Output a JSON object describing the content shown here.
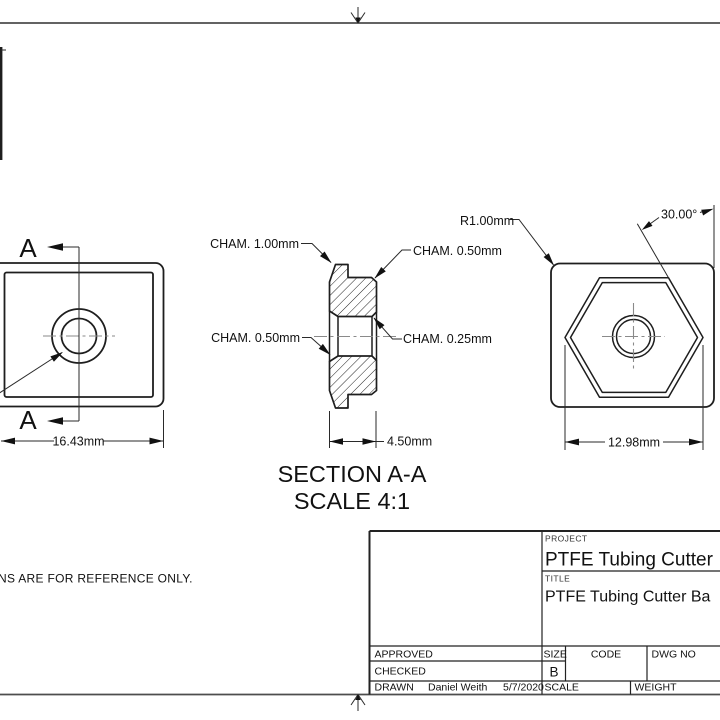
{
  "colors": {
    "background": "#ffffff",
    "line": "#1e1e1e",
    "centerline": "#8a8a8a"
  },
  "sheet": {
    "note": "NS ARE FOR REFERENCE ONLY."
  },
  "front_view": {
    "section_label_top": "A",
    "section_label_bottom": "A",
    "width_dim": "16.43mm"
  },
  "section_view": {
    "cham_outer_top_left": "CHAM. 1.00mm",
    "cham_outer_top_right": "CHAM. 0.50mm",
    "cham_bore_left": "CHAM. 0.50mm",
    "cham_bore_right": "CHAM. 0.25mm",
    "thickness_dim": "4.50mm",
    "caption_title": "SECTION A-A",
    "caption_scale": "SCALE 4:1"
  },
  "hex_view": {
    "corner_radius_callout": "R1.00mm",
    "angle_dim": "30.00°",
    "width_dim": "12.98mm"
  },
  "title_block": {
    "project_label": "PROJECT",
    "project_value": "PTFE Tubing Cutter",
    "title_label": "TITLE",
    "title_value": "PTFE Tubing Cutter Ba",
    "approved_label": "APPROVED",
    "checked_label": "CHECKED",
    "drawn_label": "DRAWN",
    "drawn_by": "Daniel Weith",
    "drawn_date": "5/7/2020",
    "size_label": "SIZE",
    "size_value": "B",
    "code_label": "CODE",
    "dwg_no_label": "DWG NO",
    "scale_label": "SCALE",
    "weight_label": "WEIGHT"
  }
}
